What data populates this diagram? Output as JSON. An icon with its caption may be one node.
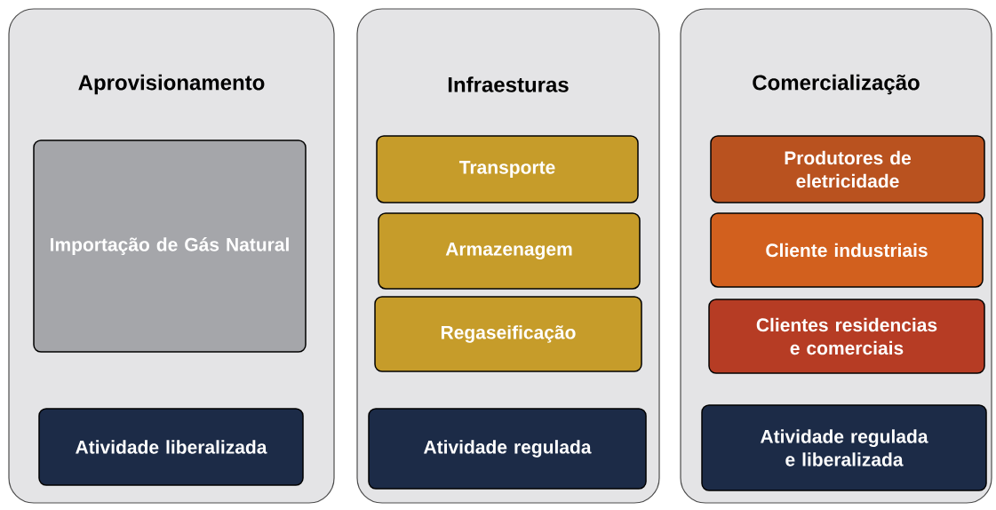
{
  "diagram": {
    "nodes": [
      {
        "text": [
          "Aprovisionamento"
        ]
      },
      {
        "text": [
          "Importação de Gás Natural"
        ],
        "in": 0
      },
      {
        "text": [
          "Atividade liberalizada"
        ],
        "in": 0
      },
      {
        "text": [
          "Infraesturas"
        ]
      },
      {
        "text": [
          "Transporte"
        ],
        "in": 3
      },
      {
        "text": [
          "Armazenagem"
        ],
        "in": 3
      },
      {
        "text": [
          "Regaseificação"
        ],
        "in": 3
      },
      {
        "text": [
          "Atividade regulada"
        ],
        "in": 3
      },
      {
        "text": [
          "Comercialização"
        ]
      },
      {
        "text": [
          "Produtores de eletricidade"
        ],
        "in": 8
      },
      {
        "text": [
          "Cliente industriais"
        ],
        "in": 8
      },
      {
        "text": [
          "Clientes residencias e comerciais"
        ],
        "in": 8
      },
      {
        "text": [
          "Atividade regulada e liberalizada"
        ],
        "in": 8
      }
    ]
  }
}
